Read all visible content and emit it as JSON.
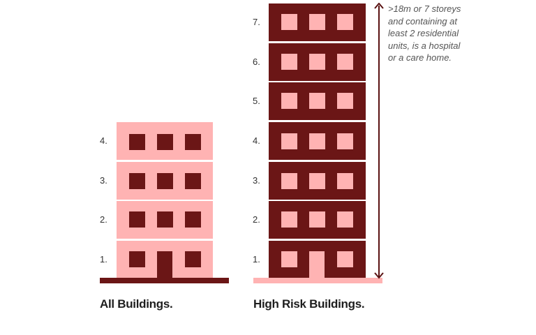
{
  "colors": {
    "dark": "#6b1616",
    "light": "#ffb3b3",
    "text": "#1e1e1e",
    "note": "#555555"
  },
  "all_buildings": {
    "label": "All Buildings.",
    "floors": [
      "1.",
      "2.",
      "3.",
      "4."
    ],
    "storeys": 4
  },
  "high_risk_buildings": {
    "label": "High Risk Buildings.",
    "floors": [
      "1.",
      "2.",
      "3.",
      "4.",
      "5.",
      "6.",
      "7."
    ],
    "storeys": 7
  },
  "annotation": {
    "lines": [
      ">18m or 7 storeys",
      "and containing at",
      "least 2 residential",
      "units, is a hospital",
      "or a care home."
    ],
    "arrow": "double-headed vertical height arrow"
  }
}
